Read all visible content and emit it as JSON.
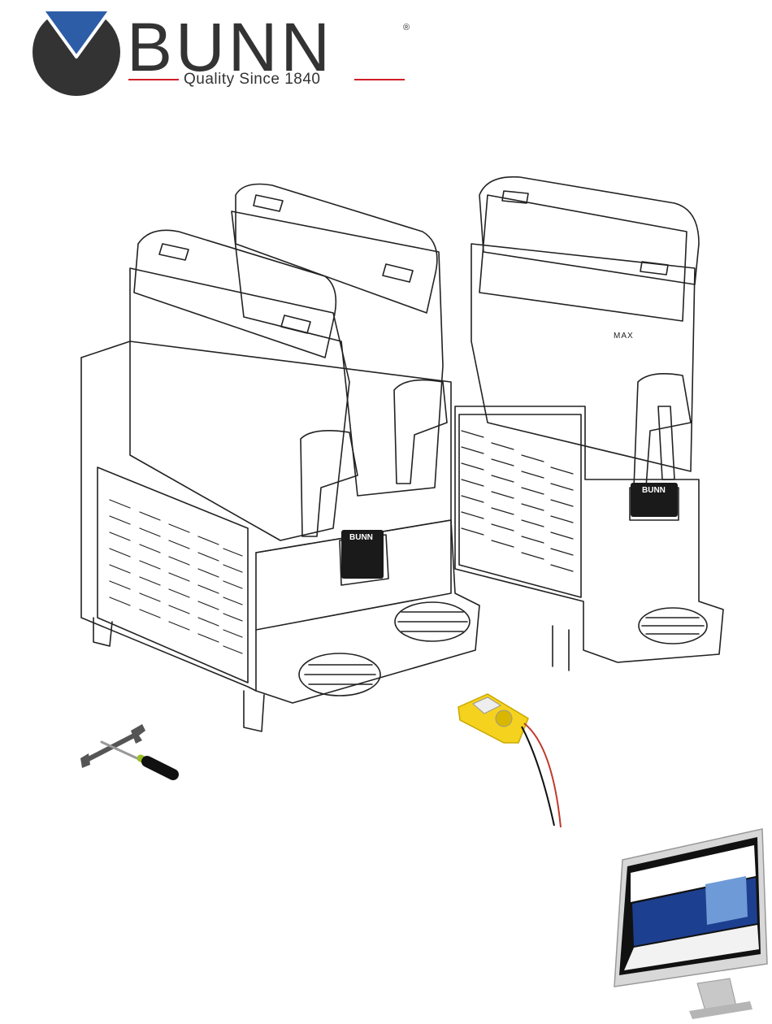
{
  "brand": {
    "name": "BUNN",
    "registered_mark": "®",
    "tagline": "Quality Since 1840",
    "colors": {
      "blue": "#2e5da8",
      "dark": "#333333",
      "red": "#d11f2a",
      "tool_yellow": "#f5d21e"
    }
  },
  "machine": {
    "panel_logo": "BUNN",
    "max_label": "MAX"
  },
  "icons": [
    "bunn-logo-icon",
    "wrench-icon",
    "screwdriver-icon",
    "multimeter-icon",
    "computer-monitor-icon"
  ]
}
